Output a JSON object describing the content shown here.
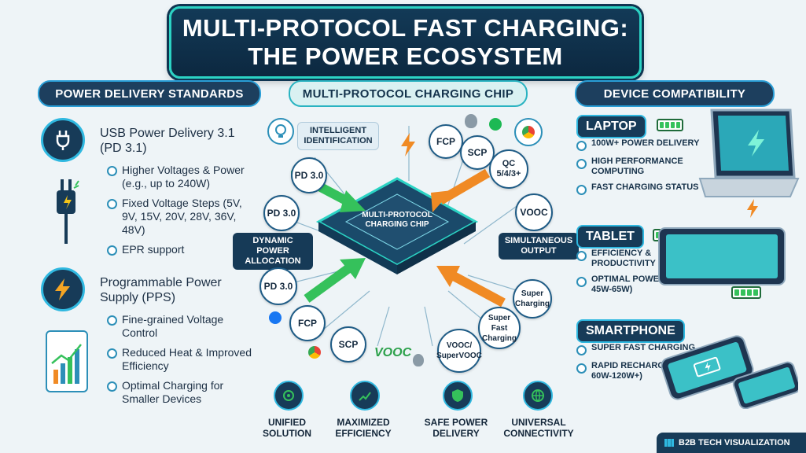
{
  "title": {
    "line1": "MULTI-PROTOCOL FAST CHARGING:",
    "line2": "THE POWER ECOSYSTEM"
  },
  "sections": {
    "left": "POWER DELIVERY STANDARDS",
    "middle": "MULTI-PROTOCOL CHARGING CHIP",
    "right": "DEVICE COMPATIBILITY"
  },
  "pd31": {
    "title": "USB Power Delivery 3.1 (PD 3.1)",
    "bullets": [
      "Higher Voltages & Power (e.g., up to 240W)",
      "Fixed Voltage Steps (5V, 9V, 15V, 20V, 28V, 36V, 48V)",
      "EPR support"
    ]
  },
  "pps": {
    "title": "Programmable Power Supply (PPS)",
    "bullets": [
      "Fine-grained Voltage Control",
      "Reduced Heat & Improved Efficiency",
      "Optimal Charging for Smaller Devices"
    ]
  },
  "chip": {
    "label": "MULTI-PROTOCOL CHARGING CHIP",
    "intelligent": "INTELLIGENT IDENTIFICATION",
    "dynamic": "DYNAMIC POWER ALLOCATION",
    "simultaneous": "SIMULTANEOUS OUTPUT",
    "protocols": {
      "pd1": "PD 3.0",
      "pd2": "PD 3.0",
      "pd3": "PD 3.0",
      "fcp1": "FCP",
      "fcp2": "FCP",
      "scp1": "SCP",
      "scp2": "SCP",
      "qc": "QC 5/4/3+",
      "vooc1": "VOOC",
      "vooc2": "VOOC",
      "super": "Super Charging",
      "superfast": "Super Fast Charging",
      "voocsuper": "VOOC/ SuperVOOC"
    }
  },
  "benefits": [
    "UNIFIED SOLUTION",
    "MAXIMIZED EFFICIENCY",
    "SAFE POWER DELIVERY",
    "UNIVERSAL CONNECTIVITY"
  ],
  "devices": {
    "laptop": {
      "name": "LAPTOP",
      "items": [
        "100W+ POWER DELIVERY",
        "HIGH PERFORMANCE COMPUTING",
        "FAST CHARGING STATUS"
      ]
    },
    "tablet": {
      "name": "TABLET",
      "items": [
        "EFFICIENCY & PRODUCTIVITY",
        "OPTIMAL POWER (e.g., 45W-65W)"
      ]
    },
    "smartphone": {
      "name": "SMARTPHONE",
      "items": [
        "SUPER FAST CHARGING",
        "RAPID RECHARGE (e.g., 60W-120W+)"
      ]
    }
  },
  "footer": "B2B TECH VISUALIZATION",
  "colors": {
    "accent": "#2bd3c4",
    "navy": "#173b58",
    "orange": "#f08a24",
    "green": "#35c15b"
  }
}
